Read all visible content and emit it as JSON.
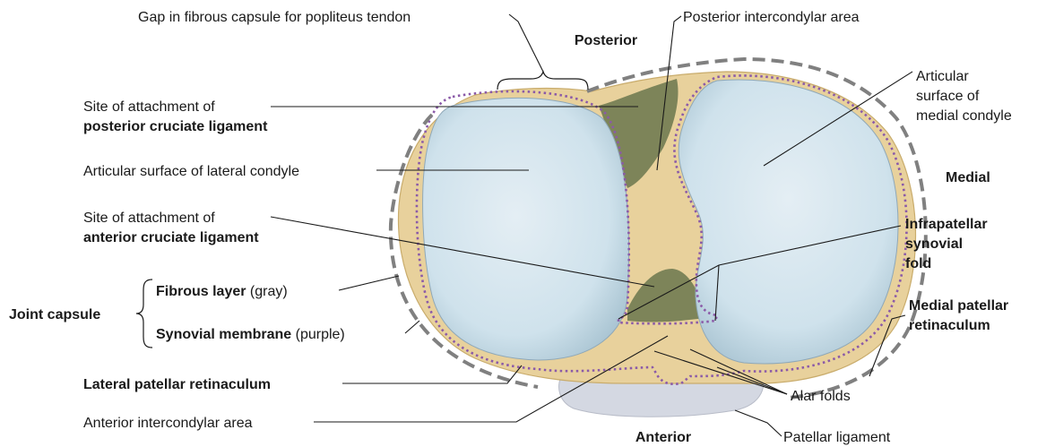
{
  "orientation": {
    "posterior": "Posterior",
    "anterior": "Anterior",
    "medial": "Medial"
  },
  "labels": {
    "gap_popliteus": "Gap in fibrous capsule for popliteus tendon",
    "posterior_intercondylar": "Posterior intercondylar area",
    "pcl_line1": "Site of attachment of",
    "pcl_line2": "posterior cruciate ligament",
    "lateral_surface": "Articular surface of lateral condyle",
    "acl_line1": "Site of attachment of",
    "acl_line2": "anterior cruciate ligament",
    "medial_surface_1": "Articular",
    "medial_surface_2": "surface of",
    "medial_surface_3": "medial condyle",
    "infrapatellar_1": "Infrapatellar",
    "infrapatellar_2": "synovial",
    "infrapatellar_3": "fold",
    "medial_retinaculum_1": "Medial patellar",
    "medial_retinaculum_2": "retinaculum",
    "joint_capsule": "Joint capsule",
    "fibrous_bold": "Fibrous layer",
    "fibrous_note": " (gray)",
    "synovial_bold": "Synovial membrane",
    "synovial_note": " (purple)",
    "lateral_retinaculum": "Lateral patellar retinaculum",
    "anterior_intercondylar": "Anterior intercondylar area",
    "alar_folds": "Alar folds",
    "patellar_ligament": "Patellar ligament"
  },
  "colors": {
    "bone": "#e8d19c",
    "cartilage": "#cfe2ec",
    "attachment_area": "#7d8459",
    "fibrous_layer": "#808080",
    "synovial_membrane": "#8b5aa8",
    "patellar_ligament": "#d4d8e2"
  }
}
